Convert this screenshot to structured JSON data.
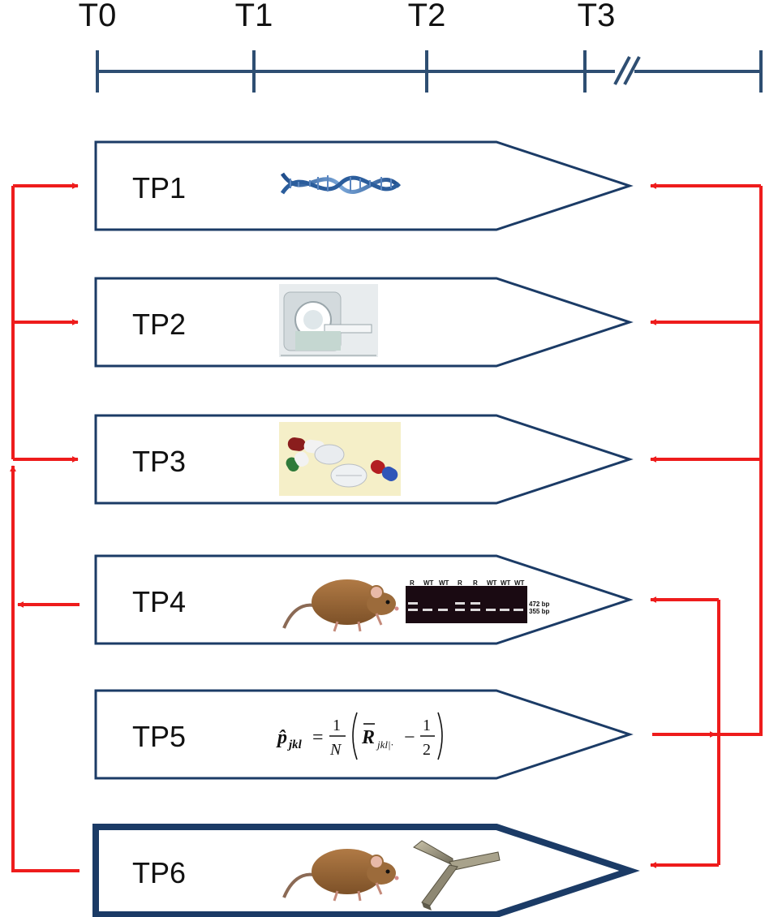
{
  "colors": {
    "navy": "#1b3b66",
    "timeline": "#2e4e72",
    "arrow": "#ee1c1c",
    "background": "#ffffff"
  },
  "timeline": {
    "ticks": [
      "T0",
      "T1",
      "T2",
      "T3"
    ],
    "break_mark": "//"
  },
  "panels": [
    {
      "label": "TP1",
      "illustration": "dna-helix-icon"
    },
    {
      "label": "TP2",
      "illustration": "mri-scanner-icon"
    },
    {
      "label": "TP3",
      "illustration": "pills-icon"
    },
    {
      "label": "TP4",
      "illustration": "rat-icon",
      "gel": {
        "lanes": [
          "R",
          "WT",
          "WT",
          "R",
          "R",
          "WT",
          "WT",
          "WT"
        ],
        "bands": [
          "472 bp",
          "355 bp"
        ]
      }
    },
    {
      "label": "TP5",
      "formula": {
        "lhs": "p̂",
        "lhs_sub": "jkl",
        "frac1_num": "1",
        "frac1_den": "N",
        "r_symbol": "R",
        "r_sub": "jkl|·",
        "minus": "−",
        "frac2_num": "1",
        "frac2_den": "2"
      }
    },
    {
      "label": "TP6",
      "illustration": "rat-y-maze-icon",
      "emphasized": true
    }
  ]
}
